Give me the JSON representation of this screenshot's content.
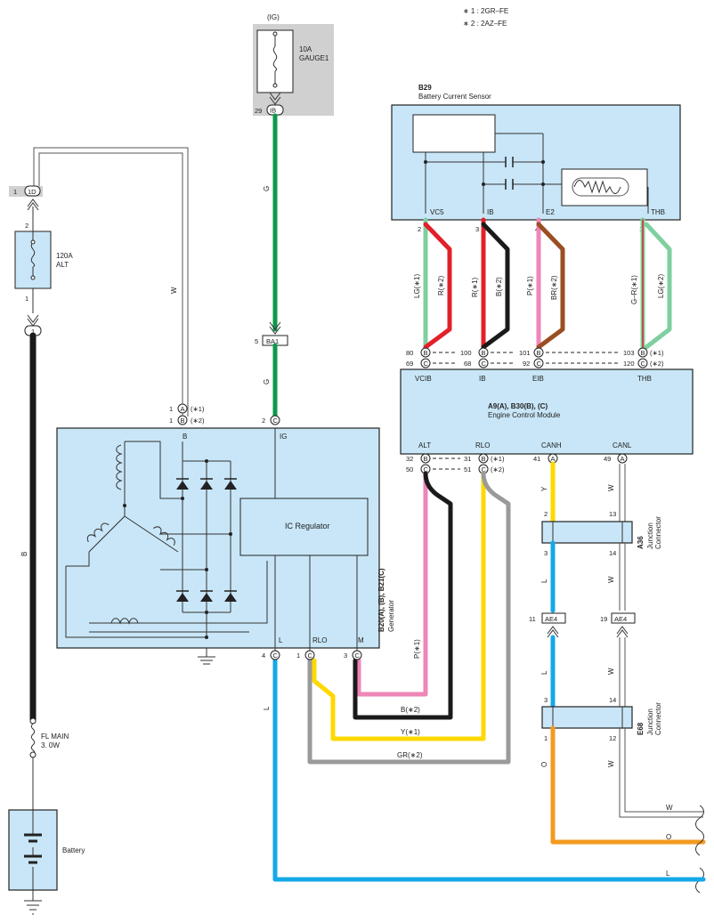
{
  "legend": {
    "n1": "∗ 1 : 2GR–FE",
    "n2": "∗ 2 : 2AZ–FE"
  },
  "fuse_gauge": {
    "ig": "(IG)",
    "amp": "10A",
    "name": "GAUGE1",
    "pin": "29",
    "conn": "IB"
  },
  "fuse_alt": {
    "amp": "120A",
    "name": "ALT",
    "pin_top": "2",
    "pin_bot": "1",
    "conn_pin": "1",
    "conn": "1D",
    "tail_pin": "1"
  },
  "fl_main": {
    "name": "FL MAIN",
    "size": "3. 0W"
  },
  "battery": {
    "label": "Battery"
  },
  "sensor": {
    "id": "B29",
    "name": "Battery Current Sensor",
    "pins": [
      {
        "term": "VC5",
        "num": "2"
      },
      {
        "term": "IB",
        "num": "3"
      },
      {
        "term": "E2",
        "num": "4"
      },
      {
        "term": "THB",
        "num": "1"
      }
    ]
  },
  "ecm": {
    "id": "A9(A), B30(B), (C)",
    "name": "Engine Control Module",
    "top_terms": [
      "VCIB",
      "IB",
      "EIB",
      "THB"
    ],
    "bottom_terms": [
      "ALT",
      "RLO",
      "CANH",
      "CANL"
    ],
    "top_row1": [
      {
        "num": "80",
        "c": "B"
      },
      {
        "num": "100",
        "c": "B"
      },
      {
        "num": "101",
        "c": "B"
      },
      {
        "num": "103",
        "c": "B",
        "note": "(∗1)"
      }
    ],
    "top_row2": [
      {
        "num": "69",
        "c": "C"
      },
      {
        "num": "68",
        "c": "C"
      },
      {
        "num": "92",
        "c": "C"
      },
      {
        "num": "120",
        "c": "C",
        "note": "(∗2)"
      }
    ],
    "bot_row1": [
      {
        "num": "32",
        "c": "B"
      },
      {
        "num": "31",
        "c": "B",
        "note": "(∗1)"
      },
      {
        "num": "41",
        "c": "A"
      },
      {
        "num": "49",
        "c": "A"
      }
    ],
    "bot_row2": [
      {
        "num": "50",
        "c": "C"
      },
      {
        "num": "51",
        "c": "C",
        "note": "(∗2)"
      }
    ]
  },
  "generator": {
    "id": "B20(A), (B), B21(C)",
    "name": "Generator",
    "ic": "IC Regulator",
    "terms": {
      "B": "B",
      "IG": "IG",
      "L": "L",
      "RLO": "RLO",
      "M": "M"
    },
    "pinB1": {
      "num": "1",
      "c": "A",
      "note": "(∗1)"
    },
    "pinB2": {
      "num": "1",
      "c": "B",
      "note": "(∗2)"
    },
    "pinIG": {
      "num": "2",
      "c": "C"
    },
    "pinL": {
      "num": "4",
      "c": "C"
    },
    "pinRLO": {
      "num": "1",
      "c": "C"
    },
    "pinM": {
      "num": "3",
      "c": "C"
    }
  },
  "ba1": {
    "pin": "5",
    "conn": "BA1"
  },
  "a36": {
    "id": "A36",
    "name1": "Junction",
    "name2": "Connector",
    "pins": [
      "2",
      "13",
      "3",
      "14"
    ]
  },
  "e68": {
    "id": "E68",
    "name1": "Junction",
    "name2": "Connector",
    "pins": [
      "3",
      "14",
      "1",
      "12"
    ]
  },
  "ae4": {
    "left_pin": "11",
    "right_pin": "19",
    "conn": "AE4"
  },
  "wire_labels": {
    "g1": "G",
    "g2": "G",
    "w_alt": "W",
    "b_main": "B",
    "lg1": "LG(∗1)",
    "r2": "R(∗2)",
    "r1": "R(∗1)",
    "b2": "B(∗2)",
    "p1": "P(∗1)",
    "br2": "BR(∗2)",
    "gr1": "G–R(∗1)",
    "lg2": "LG(∗2)",
    "p1b": "P(∗1)",
    "b2b": "B(∗2)",
    "y1": "Y(∗1)",
    "gr2": "GR(∗2)",
    "y": "Y",
    "w1": "W",
    "l1": "L",
    "w2": "W",
    "l2": "L",
    "w3": "W",
    "o": "O",
    "w4": "W",
    "l_gen": "L",
    "w_out": "W",
    "o_out": "O",
    "l_out": "L"
  },
  "colors": {
    "green": "#0a9a4a",
    "black": "#1a1a1a",
    "lightgreen": "#7fcf9f",
    "red": "#e2202a",
    "pink": "#ee86b8",
    "brown": "#9a4e22",
    "yellow": "#ffd800",
    "gray": "#9a9a9a",
    "blue": "#16a8e8",
    "orange": "#f39a1e",
    "box": "#c8e6f7"
  }
}
